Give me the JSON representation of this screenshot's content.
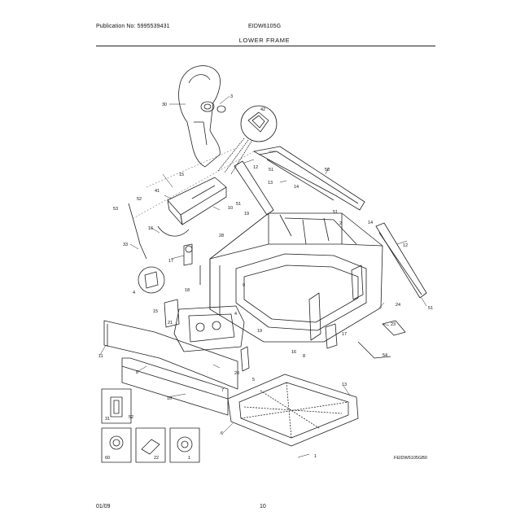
{
  "header": {
    "publication": "Publication No: 5995539431",
    "model": "EIDW6105G",
    "section": "LOWER FRAME"
  },
  "footer": {
    "date": "01/09",
    "page": "10"
  },
  "diagram_code": "FEIDW6105GB0",
  "callouts": {
    "c30": "30",
    "c3": "3",
    "c42": "42",
    "c50": "50",
    "c12a": "12",
    "c12b": "12",
    "c15a": "15",
    "c41": "41",
    "c52a": "52",
    "c13a": "13",
    "c14a": "14",
    "c14b": "14",
    "c51a": "51",
    "c51b": "51",
    "c51c": "51",
    "c51d": "51",
    "c2": "2",
    "c53": "53",
    "c16a": "16",
    "c10a": "10",
    "c19a": "19",
    "c28": "28",
    "c33": "33",
    "c17a": "17",
    "c4a": "4",
    "c18": "18",
    "c9": "9",
    "c15b": "15",
    "c4b": "4",
    "c21": "21",
    "c11": "11",
    "c8a": "8",
    "c7": "7",
    "c16b": "16",
    "c8b": "8",
    "c19b": "19",
    "c20": "20",
    "c5": "5",
    "c10b": "10",
    "c13b": "13",
    "c6": "6",
    "c1": "1",
    "c24": "24",
    "c23": "23",
    "c17b": "17",
    "c54": "54",
    "c31": "31",
    "c52b": "52",
    "c60": "60",
    "c22": "22",
    "c1b": "1"
  }
}
